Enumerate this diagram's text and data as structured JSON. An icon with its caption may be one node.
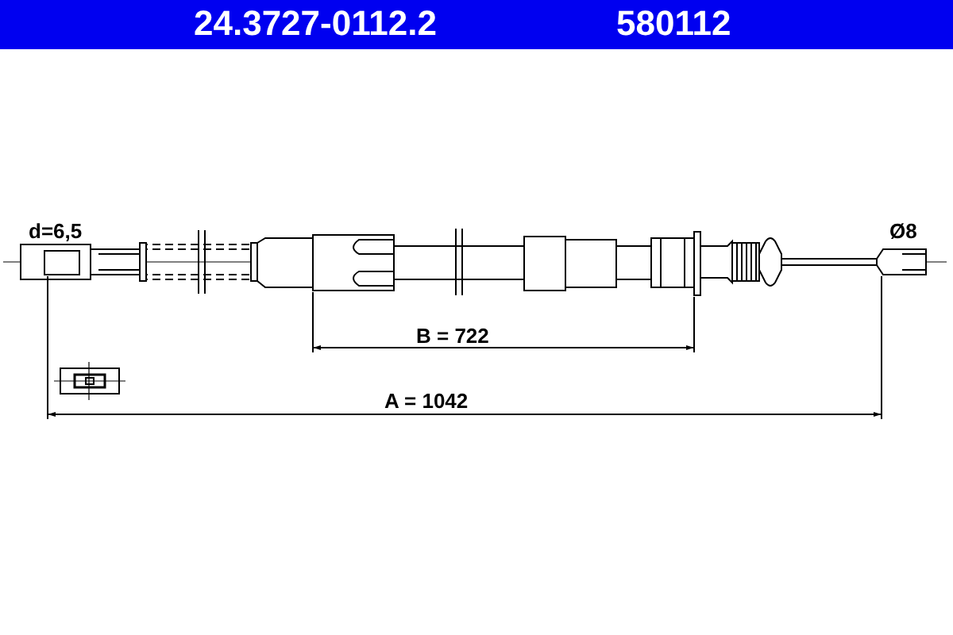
{
  "diagram": {
    "title": "24.3727-0112.2",
    "labels": [
      "580112",
      "d=6,5",
      "Ø8",
      "B = 722",
      "A = 1042"
    ]
  }
}
